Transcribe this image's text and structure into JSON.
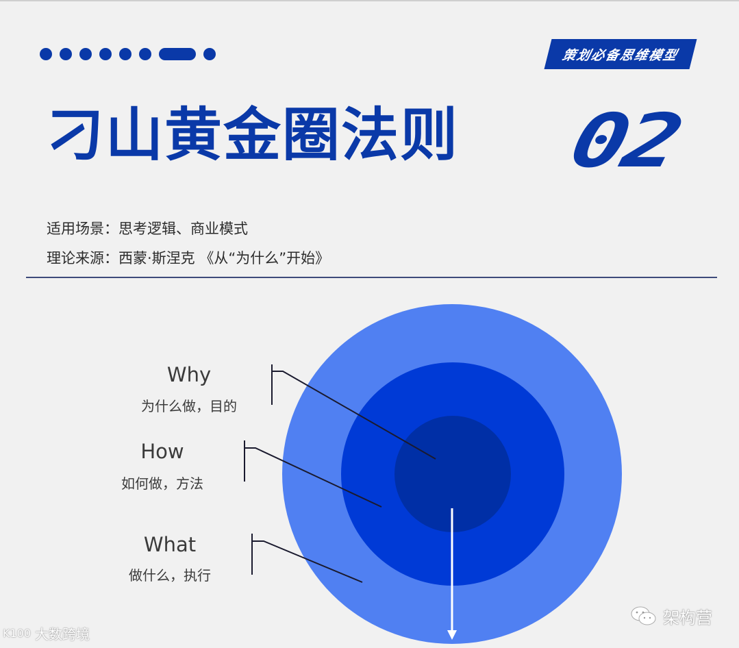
{
  "header": {
    "decoration": {
      "dots_before_pill": 6,
      "dots_after_pill": 1
    },
    "badge": "策划必备思维模型",
    "title": "刁山黄金圈法则",
    "number": "02"
  },
  "meta": {
    "scenario": "适用场景：思考逻辑、商业模式",
    "source": "理论来源：西蒙·斯涅克 《从“为什么”开始》"
  },
  "diagram": {
    "colors": {
      "outer": "#5080f2",
      "middle": "#003ad6",
      "inner": "#002fa6",
      "leader_line": "#1a1a2e",
      "arrow": "#ffffff",
      "accent": "#0a39a8",
      "background": "#f1f1f1"
    },
    "labels": [
      {
        "en": "Why",
        "cn": "为什么做，目的",
        "ring": "inner"
      },
      {
        "en": "How",
        "cn": "如何做，方法",
        "ring": "middle"
      },
      {
        "en": "What",
        "cn": "做什么，执行",
        "ring": "outer"
      }
    ]
  },
  "watermarks": {
    "left": "大数跨境",
    "left_logo": "K100",
    "right": "架构营"
  }
}
